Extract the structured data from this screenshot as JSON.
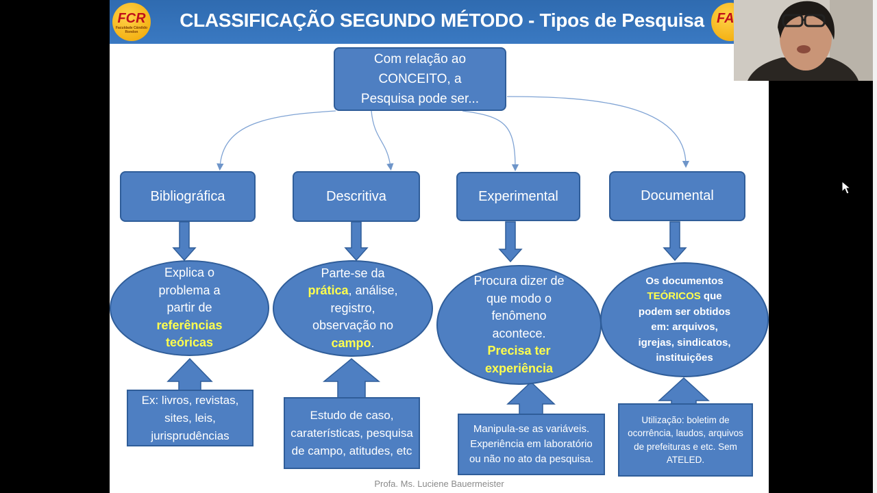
{
  "slide": {
    "title": "CLASSIFICAÇÃO SEGUNDO MÉTODO - Tipos de Pesquisa",
    "logo_left": "FCR",
    "logo_left_sub": "Faculdade Cândido Rondon",
    "logo_right": "FAC",
    "root": {
      "line1": "Com relação ao",
      "line2": "CONCEITO,  a",
      "line3": "Pesquisa pode ser..."
    },
    "types": [
      {
        "label": "Bibliográfica"
      },
      {
        "label": "Descritiva"
      },
      {
        "label": "Experimental"
      },
      {
        "label": "Documental"
      }
    ],
    "ellipse1": {
      "l1": "Explica o",
      "l2": "problema a",
      "l3": "partir de",
      "hl1": "referências",
      "hl2": "teóricas"
    },
    "ellipse2": {
      "l1": "Parte-se da",
      "hl1": "prática",
      "l2": ", análise,",
      "l3": "registro,",
      "l4": "observação no",
      "hl2": "campo",
      "l5": "."
    },
    "ellipse3": {
      "l1": "Procura dizer de",
      "l2": "que modo o",
      "l3": "fenômeno",
      "l4": "acontece.",
      "hl1": "Precisa ter",
      "hl2": "experiência"
    },
    "ellipse4": {
      "l1": "Os documentos",
      "hl1": "TEÓRICOS",
      "l2": " que",
      "l3": "podem ser obtidos",
      "l4": "em: arquivos,",
      "l5": "igrejas, sindicatos,",
      "l6": "instituições"
    },
    "examples": [
      {
        "text": "Ex: livros, revistas, sites, leis, jurisprudências"
      },
      {
        "text": "Estudo de caso, caraterísticas, pesquisa de campo, atitudes, etc"
      },
      {
        "text": "Manipula-se as variáveis. Experiência em laboratório ou não no ato da pesquisa."
      },
      {
        "text": "Utilização: boletim de ocorrência, laudos, arquivos de prefeituras e etc. Sem ATELED."
      }
    ],
    "footer": "Profa. Ms. Luciene Bauermeister"
  },
  "colors": {
    "box_fill": "#4e7fc2",
    "box_border": "#2f5d99",
    "highlight": "#ffff4d",
    "title_bar": "#3a79c2"
  }
}
